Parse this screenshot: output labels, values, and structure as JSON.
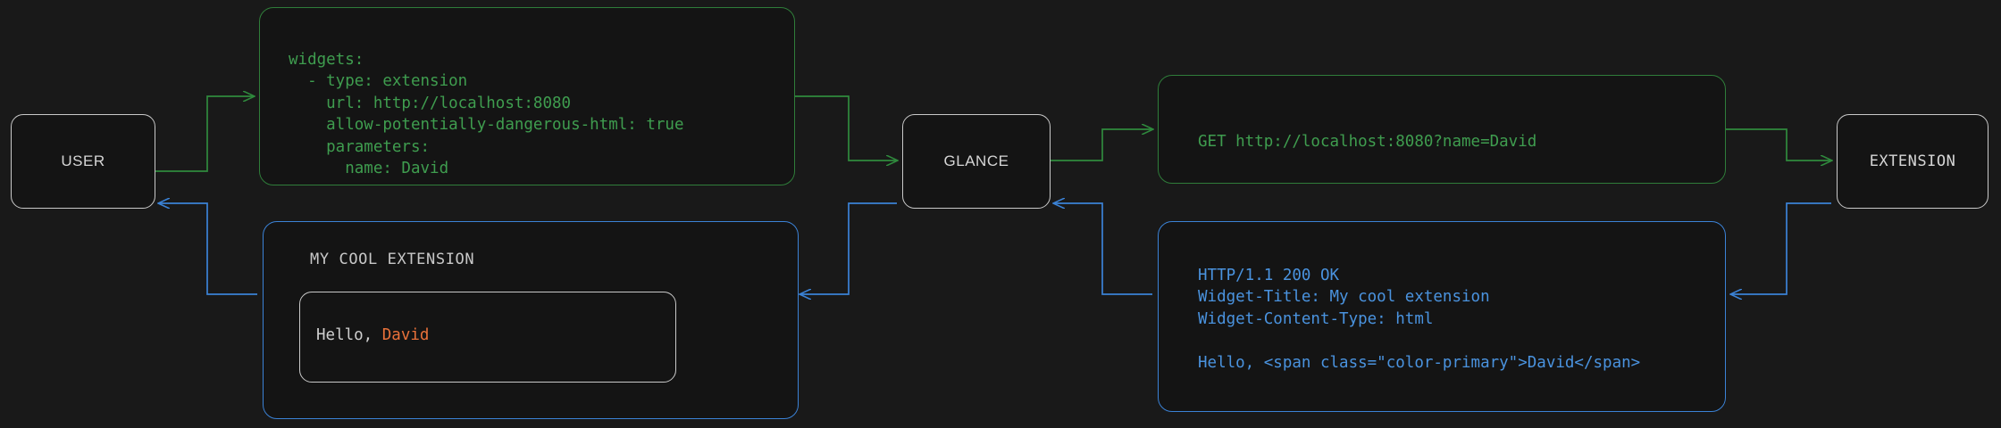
{
  "diagram": {
    "title": "Glance extension request/response flow",
    "background": "#191919",
    "colors": {
      "request_green": "#3f9d4f",
      "response_blue": "#4a93df",
      "node_border": "#c9c9c9",
      "accent_orange": "#e8713a"
    }
  },
  "nodes": {
    "user": "USER",
    "glance": "GLANCE",
    "extension": "EXTENSION"
  },
  "panels": {
    "yaml": {
      "text": "widgets:\n  - type: extension\n    url: http://localhost:8080\n    allow-potentially-dangerous-html: true\n    parameters:\n      name: David"
    },
    "request": {
      "text": "GET http://localhost:8080?name=David"
    },
    "response": {
      "text": "HTTP/1.1 200 OK\nWidget-Title: My cool extension\nWidget-Content-Type: html\n\nHello, <span class=\"color-primary\">David</span>"
    },
    "widget": {
      "title": "MY COOL EXTENSION",
      "body_prefix": "Hello, ",
      "body_accent": "David"
    }
  }
}
